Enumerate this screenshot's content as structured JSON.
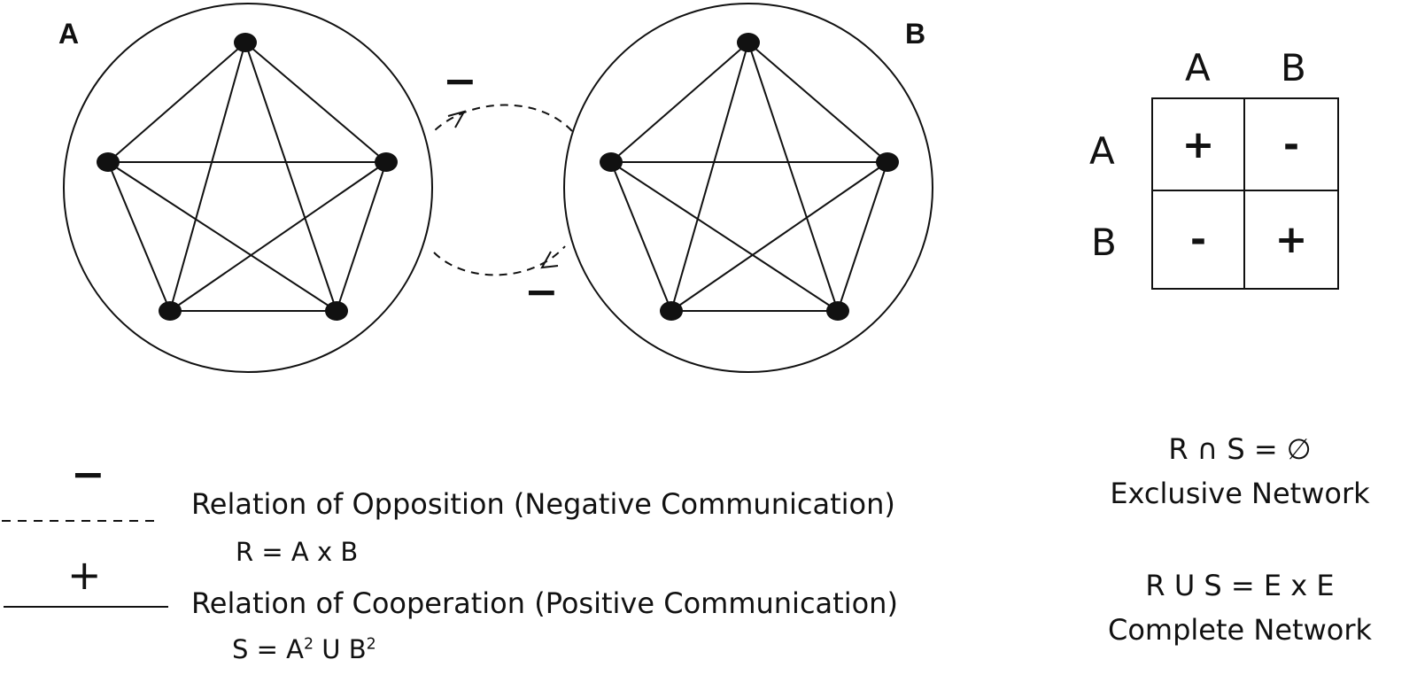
{
  "panels": {
    "a": {
      "label": "A"
    },
    "b": {
      "label": "B"
    }
  },
  "edge_signs": {
    "top_minus": "−",
    "bottom_minus": "−"
  },
  "matrix": {
    "col_headers": [
      "A",
      "B"
    ],
    "row_headers": [
      "A",
      "B"
    ],
    "cells": [
      [
        "+",
        "-"
      ],
      [
        "-",
        "+"
      ]
    ]
  },
  "legend": {
    "opposition": {
      "sign": "−",
      "description": "Relation of Opposition (Negative Communication)",
      "formula": "R = A x B"
    },
    "cooperation": {
      "sign": "+",
      "description": "Relation of Cooperation (Positive Communication)",
      "formula_prefix": "S = A",
      "formula_exp1": "2",
      "formula_mid": " U B",
      "formula_exp2": "2"
    }
  },
  "right_notes": {
    "exclusive_formula": "R ∩  S = ∅",
    "exclusive_label": "Exclusive Network",
    "complete_formula": "R U S = E x E",
    "complete_label": "Complete Network"
  }
}
